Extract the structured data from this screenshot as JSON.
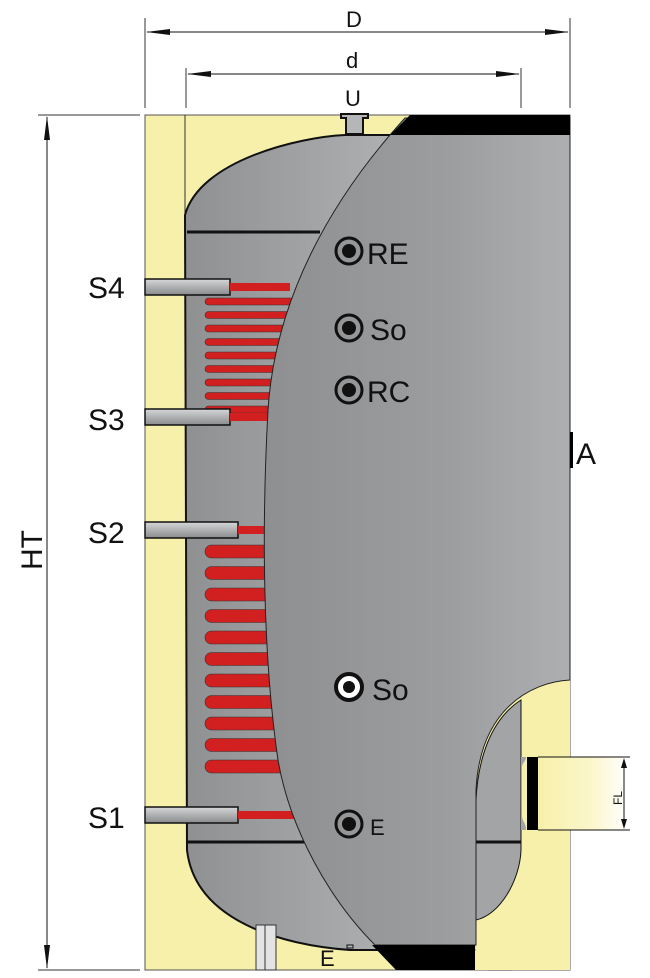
{
  "diagram": {
    "dimensions": {
      "outer_diameter": "D",
      "inner_diameter": "d",
      "height": "HT",
      "flange": "FL"
    },
    "top_connection": "U",
    "bottom_connection": "E",
    "side_marker": "A",
    "coil_connections": [
      "S4",
      "S3",
      "S2",
      "S1"
    ],
    "sensor_ports": [
      "RE",
      "So",
      "RC",
      "So",
      "E"
    ],
    "colors": {
      "insulation": "#f7f0aa",
      "tank": "#9a9b9d",
      "coil": "#d21f1f",
      "band": "#000000"
    }
  }
}
